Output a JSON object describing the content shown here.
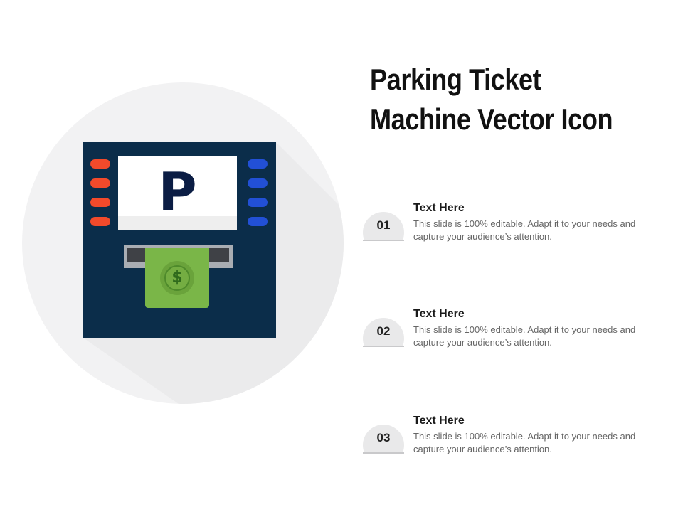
{
  "slide": {
    "title_line1": "Parking Ticket",
    "title_line2": "Machine Vector Icon"
  },
  "icon": {
    "name": "parking-ticket-machine-icon",
    "screen_letter": "P",
    "currency_symbol": "$",
    "colors": {
      "machine_body": "#0b2d4a",
      "left_buttons": "#f24a2b",
      "right_buttons": "#2250d6",
      "bill": "#7ab648",
      "background_circle": "#f2f2f3"
    }
  },
  "items": [
    {
      "number": "01",
      "heading": "Text Here",
      "body": "This slide is 100% editable. Adapt it to your needs and capture your audience’s attention."
    },
    {
      "number": "02",
      "heading": "Text Here",
      "body": "This slide is 100% editable. Adapt it to your needs and capture your audience’s attention."
    },
    {
      "number": "03",
      "heading": "Text Here",
      "body": "This slide is 100% editable. Adapt it to your needs and capture your audience’s attention."
    }
  ]
}
